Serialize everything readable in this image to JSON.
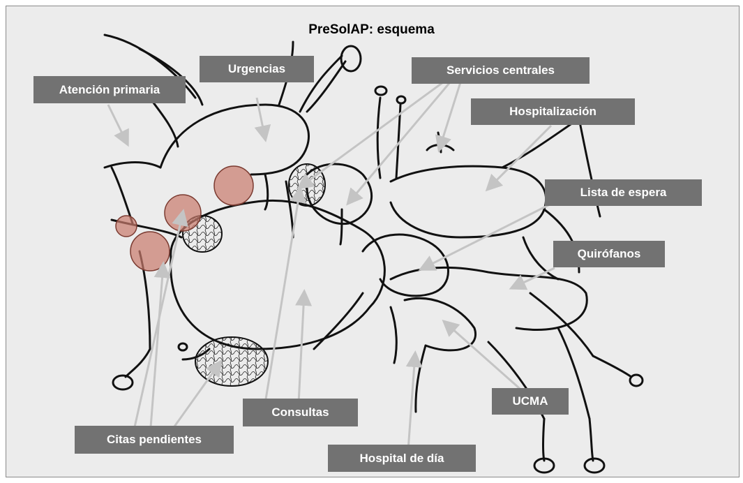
{
  "title": "PreSolAP: esquema",
  "colors": {
    "frame_background": "#ececec",
    "label_background": "#727272",
    "label_text": "#ffffff",
    "arrow": "#c4c4c4",
    "outline": "#000000",
    "circle_fill": "#c97a6c"
  },
  "labels": {
    "atencion_primaria": "Atención primaria",
    "urgencias": "Urgencias",
    "servicios_centrales": "Servicios centrales",
    "hospitalizacion": "Hospitalización",
    "lista_espera": "Lista de espera",
    "quirofanos": "Quirófanos",
    "ucma": "UCMA",
    "hospital_dia": "Hospital de día",
    "consultas": "Consultas",
    "citas_pendientes": "Citas pendientes"
  }
}
